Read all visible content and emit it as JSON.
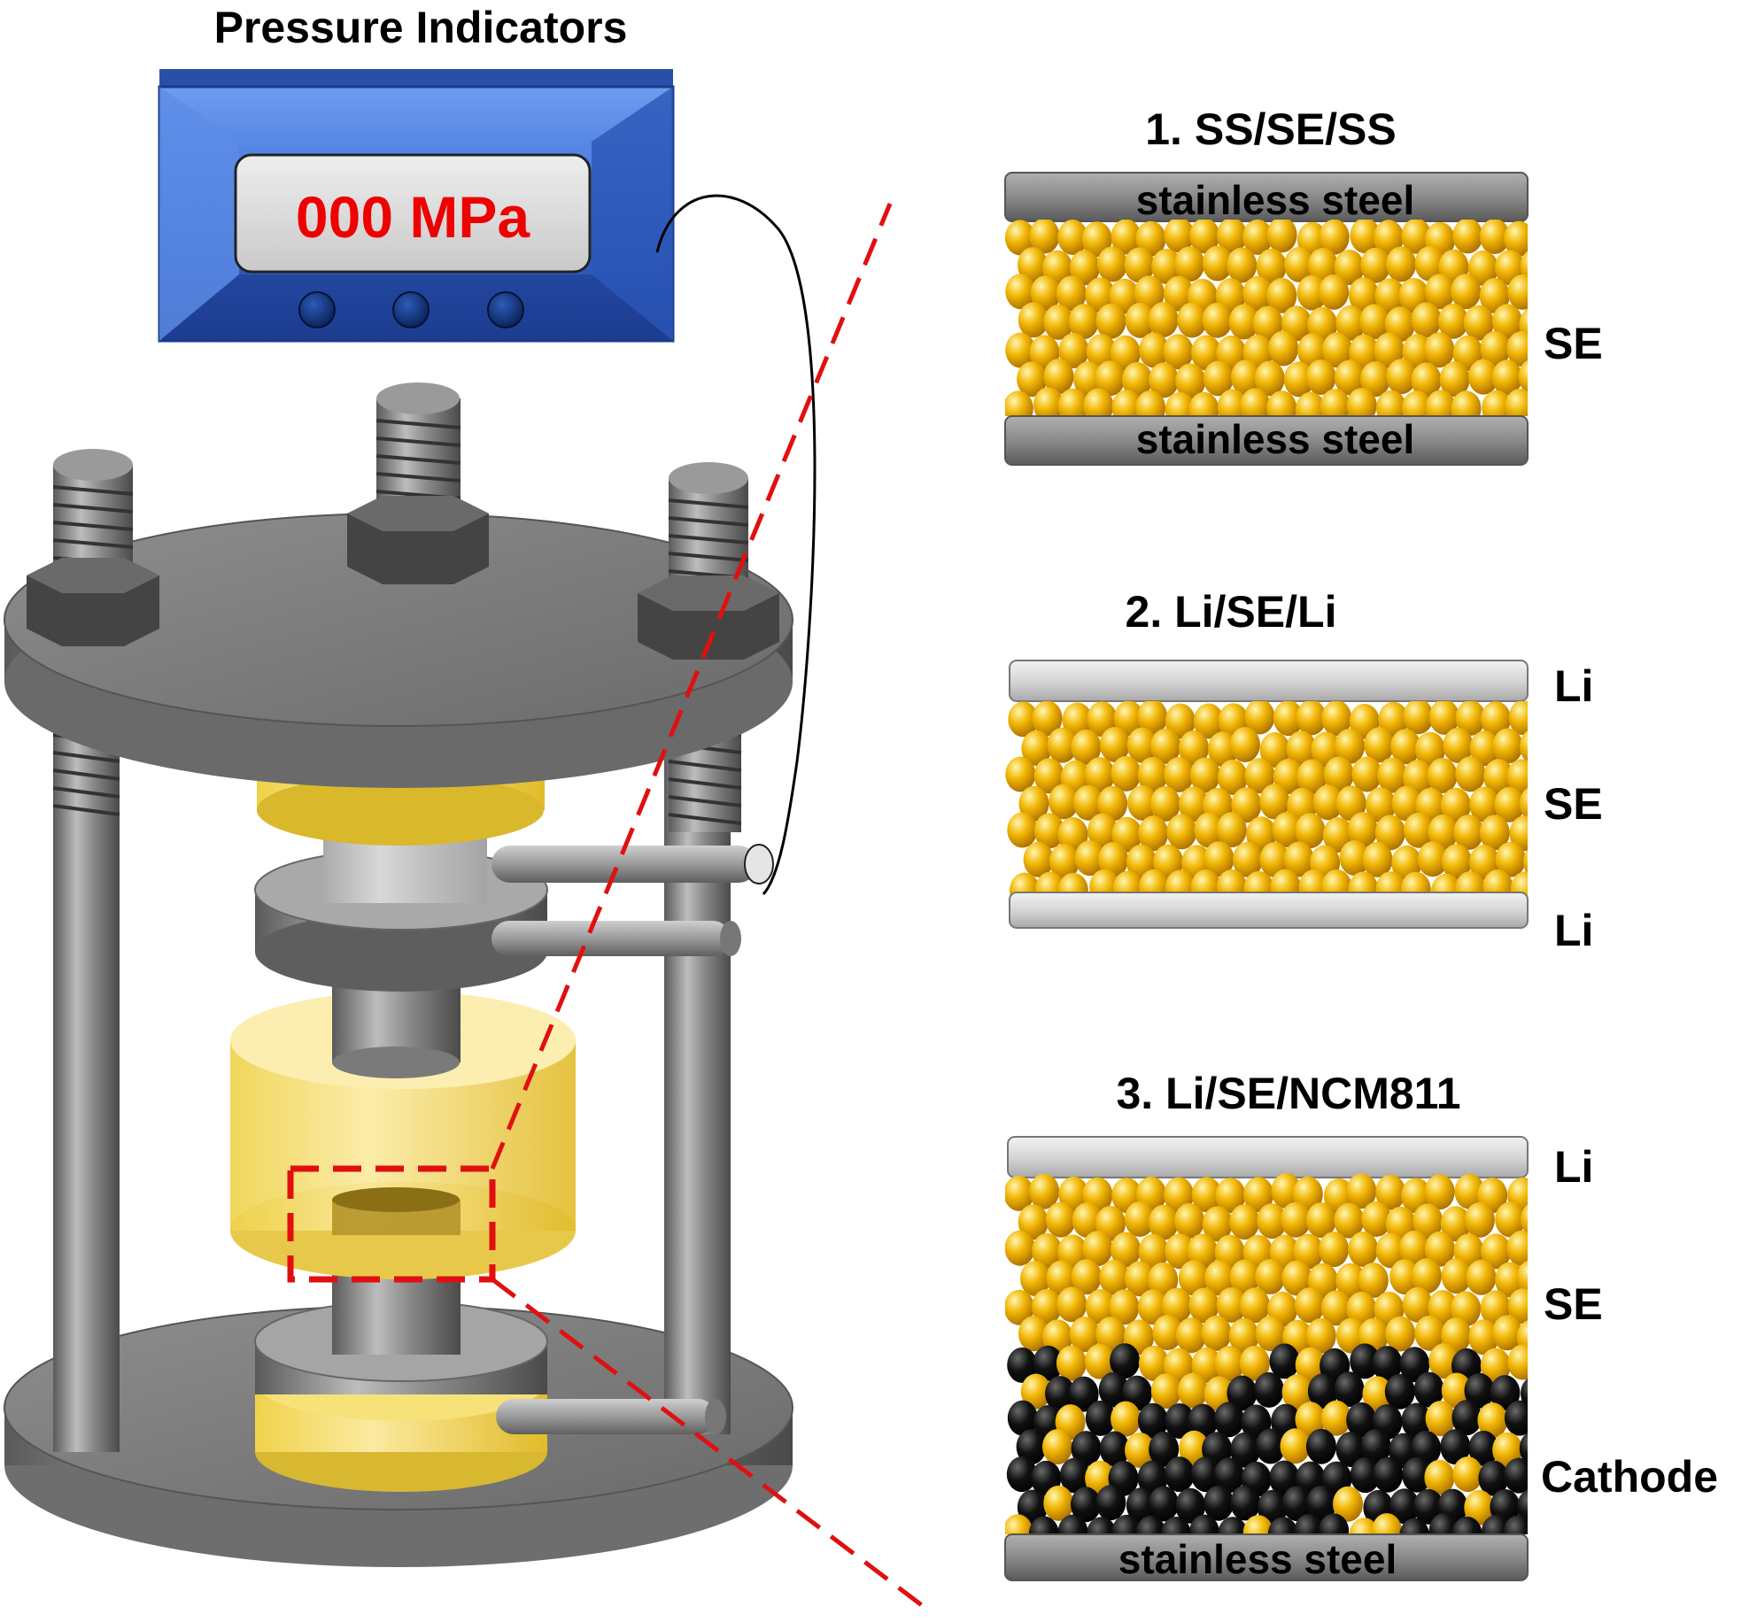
{
  "indicator": {
    "title": "Pressure Indicators",
    "display_value": "000 MPa",
    "display_color": "#ee0000",
    "body_color": "#3d6fd6",
    "button_count": 3
  },
  "cells": [
    {
      "title": "1. SS/SE/SS",
      "top_layer_label": "stainless steel",
      "bottom_layer_label": "stainless steel",
      "side_labels": [
        "SE"
      ]
    },
    {
      "title": "2. Li/SE/Li",
      "top_layer_label": "",
      "bottom_layer_label": "",
      "side_labels": [
        "Li",
        "SE",
        "Li"
      ]
    },
    {
      "title": "3. Li/SE/NCM811",
      "top_layer_label": "",
      "bottom_layer_label": "stainless steel",
      "side_labels": [
        "Li",
        "SE",
        "Cathode"
      ]
    }
  ],
  "colors": {
    "electrolyte_particle": "#f2b705",
    "cathode_particle": "#111111",
    "lithium_plate": "#d9d9d9",
    "steel_plate": "#8c8c8c",
    "mold_yellow": "#f5dc6a",
    "zoom_line": "#e01010"
  }
}
